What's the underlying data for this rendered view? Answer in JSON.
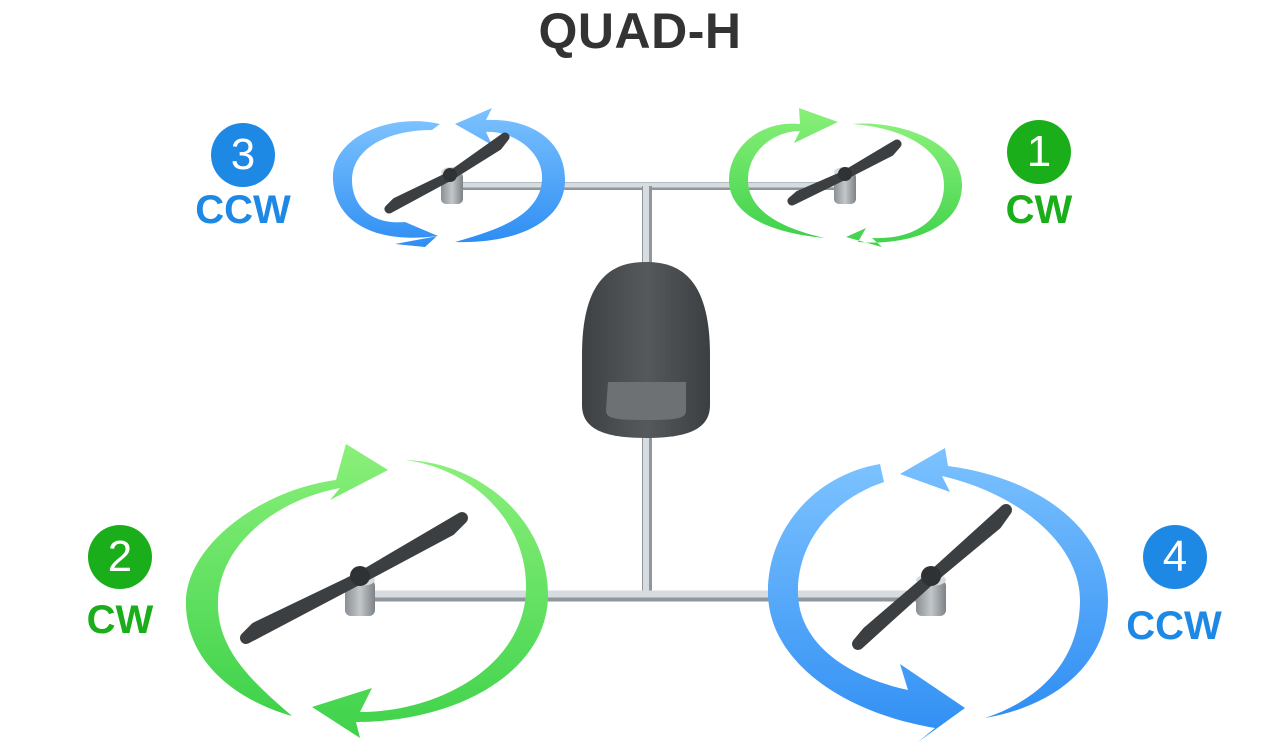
{
  "title": "QUAD-H",
  "colors": {
    "cw": "#1aae1a",
    "ccw": "#1e88e5",
    "frame": "#d3d9dd",
    "body": "#474b4d",
    "prop": "#3c3f41"
  },
  "motors": [
    {
      "number": "1",
      "direction": "CW",
      "color": "#1aae1a"
    },
    {
      "number": "2",
      "direction": "CW",
      "color": "#1aae1a"
    },
    {
      "number": "3",
      "direction": "CCW",
      "color": "#1e88e5"
    },
    {
      "number": "4",
      "direction": "CCW",
      "color": "#1e88e5"
    }
  ]
}
